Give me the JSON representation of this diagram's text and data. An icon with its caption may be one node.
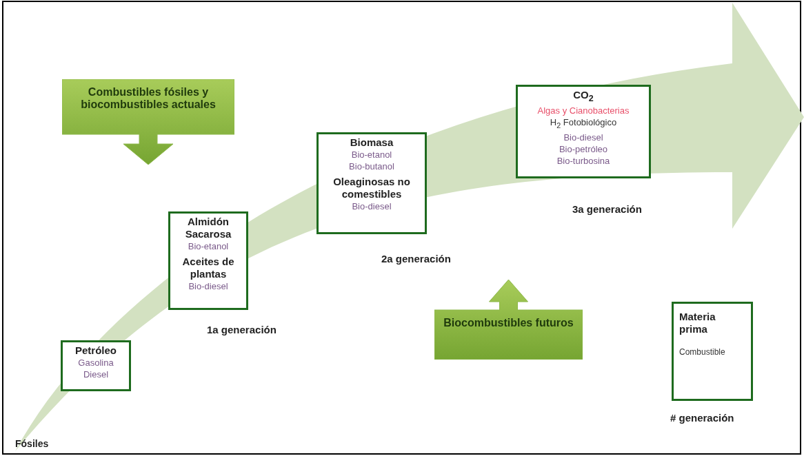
{
  "diagram": {
    "nodes": [
      {
        "text": [
          "Combustibles fósiles y biocombustibles actuales"
        ]
      },
      {
        "text": [
          "Petróleo",
          "Gasolina",
          "Diesel"
        ]
      },
      {
        "text": [
          "Almidón Sacarosa",
          "Bio-etanol",
          "Aceites de plantas",
          "Bio-diesel"
        ],
        "beside": [
          "1a generación"
        ]
      },
      {
        "text": [
          "Biomasa",
          "Bio-etanol",
          "Bio-butanol",
          "Oleaginosas no comestibles",
          "Bio-diesel"
        ],
        "beside": [
          "2a generación"
        ]
      },
      {
        "text": [
          "CO$_{2}$",
          "Algas y Cianobacterias",
          "H$_{2}$ Fotobiológico",
          "Bio-diesel",
          "Bio-petróleo",
          "Bio-turbosina"
        ],
        "beside": [
          "3a generación"
        ]
      },
      {
        "text": [
          "Biocombustibles futuros"
        ]
      },
      {
        "text": [
          "Materia prima",
          "Combustible"
        ],
        "beside": [
          "# generación"
        ]
      }
    ],
    "labels": [
      "Fósiles"
    ]
  }
}
